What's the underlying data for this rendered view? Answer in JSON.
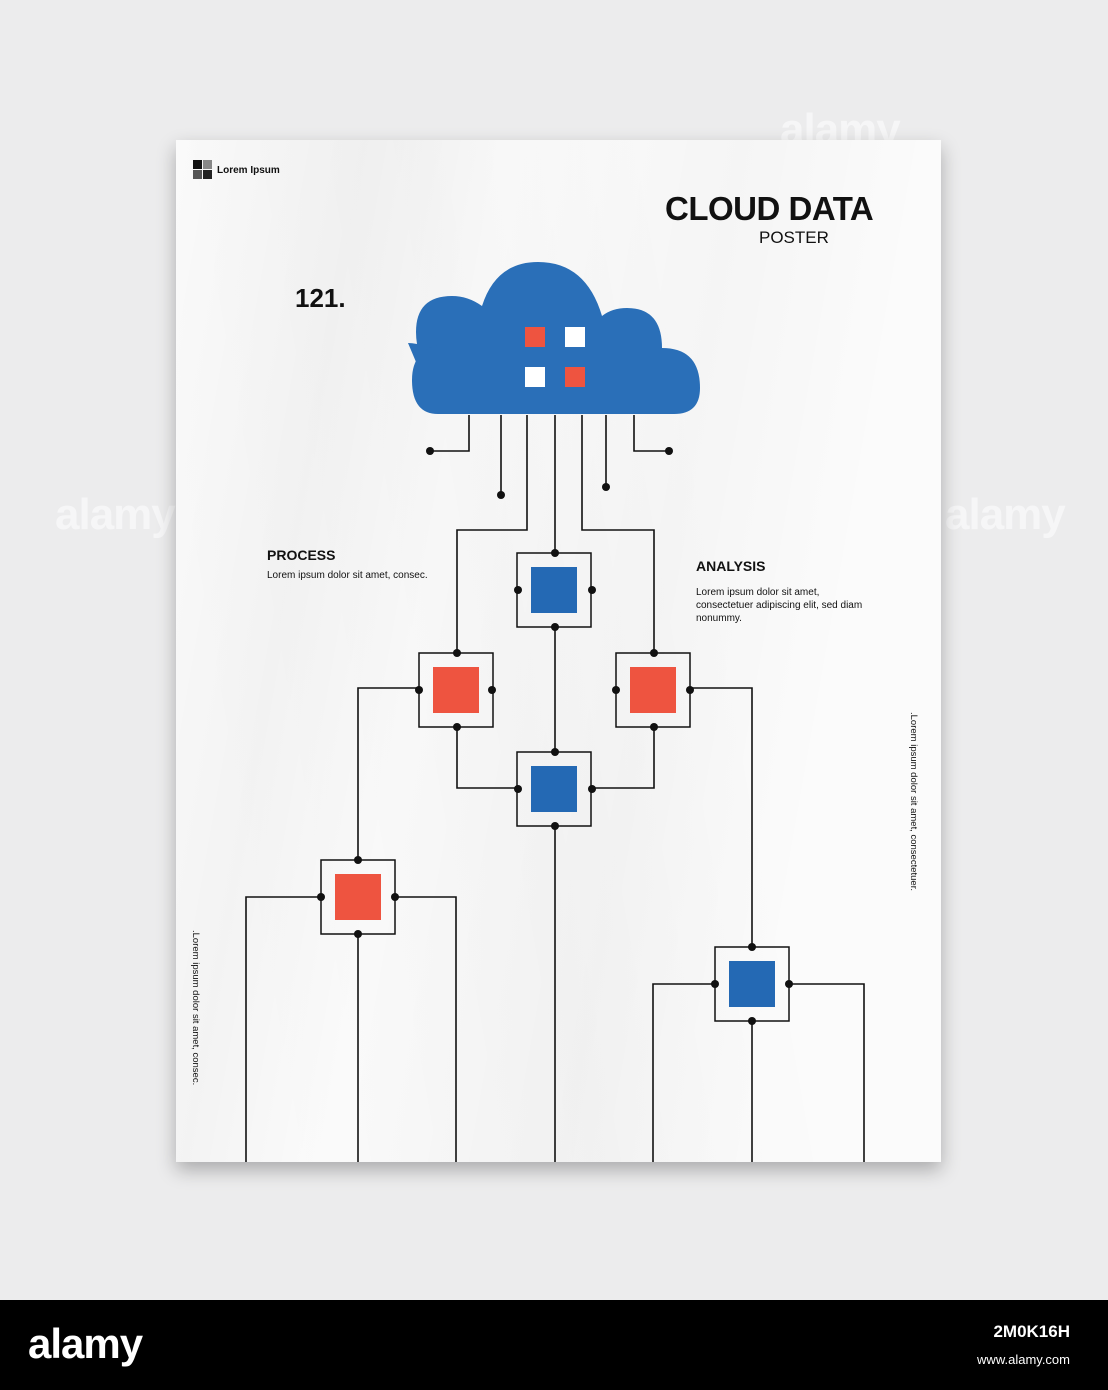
{
  "poster": {
    "logo_text": "Lorem Ipsum",
    "title": "CLOUD DATA",
    "subtitle": "POSTER",
    "number": "121.",
    "process": {
      "heading": "PROCESS",
      "body": "Lorem ipsum dolor sit amet, consec."
    },
    "analysis": {
      "heading": "ANALYSIS",
      "body": "Lorem ipsum dolor sit amet, consectetuer adipiscing elit, sed diam nonummy."
    },
    "vertical_left": ".Lorem ipsum dolor sit amet, consec.",
    "vertical_right": ".Lorem ipsum dolor sit amet, consectetuer."
  },
  "footer": {
    "brand": "alamy",
    "image_id": "2M0K16H",
    "site": "www.alamy.com"
  },
  "watermark": "alamy",
  "colors": {
    "cloud_blue": "#2a6fb8",
    "node_blue": "#2469b4",
    "node_red": "#ee5440",
    "line": "#111111"
  }
}
